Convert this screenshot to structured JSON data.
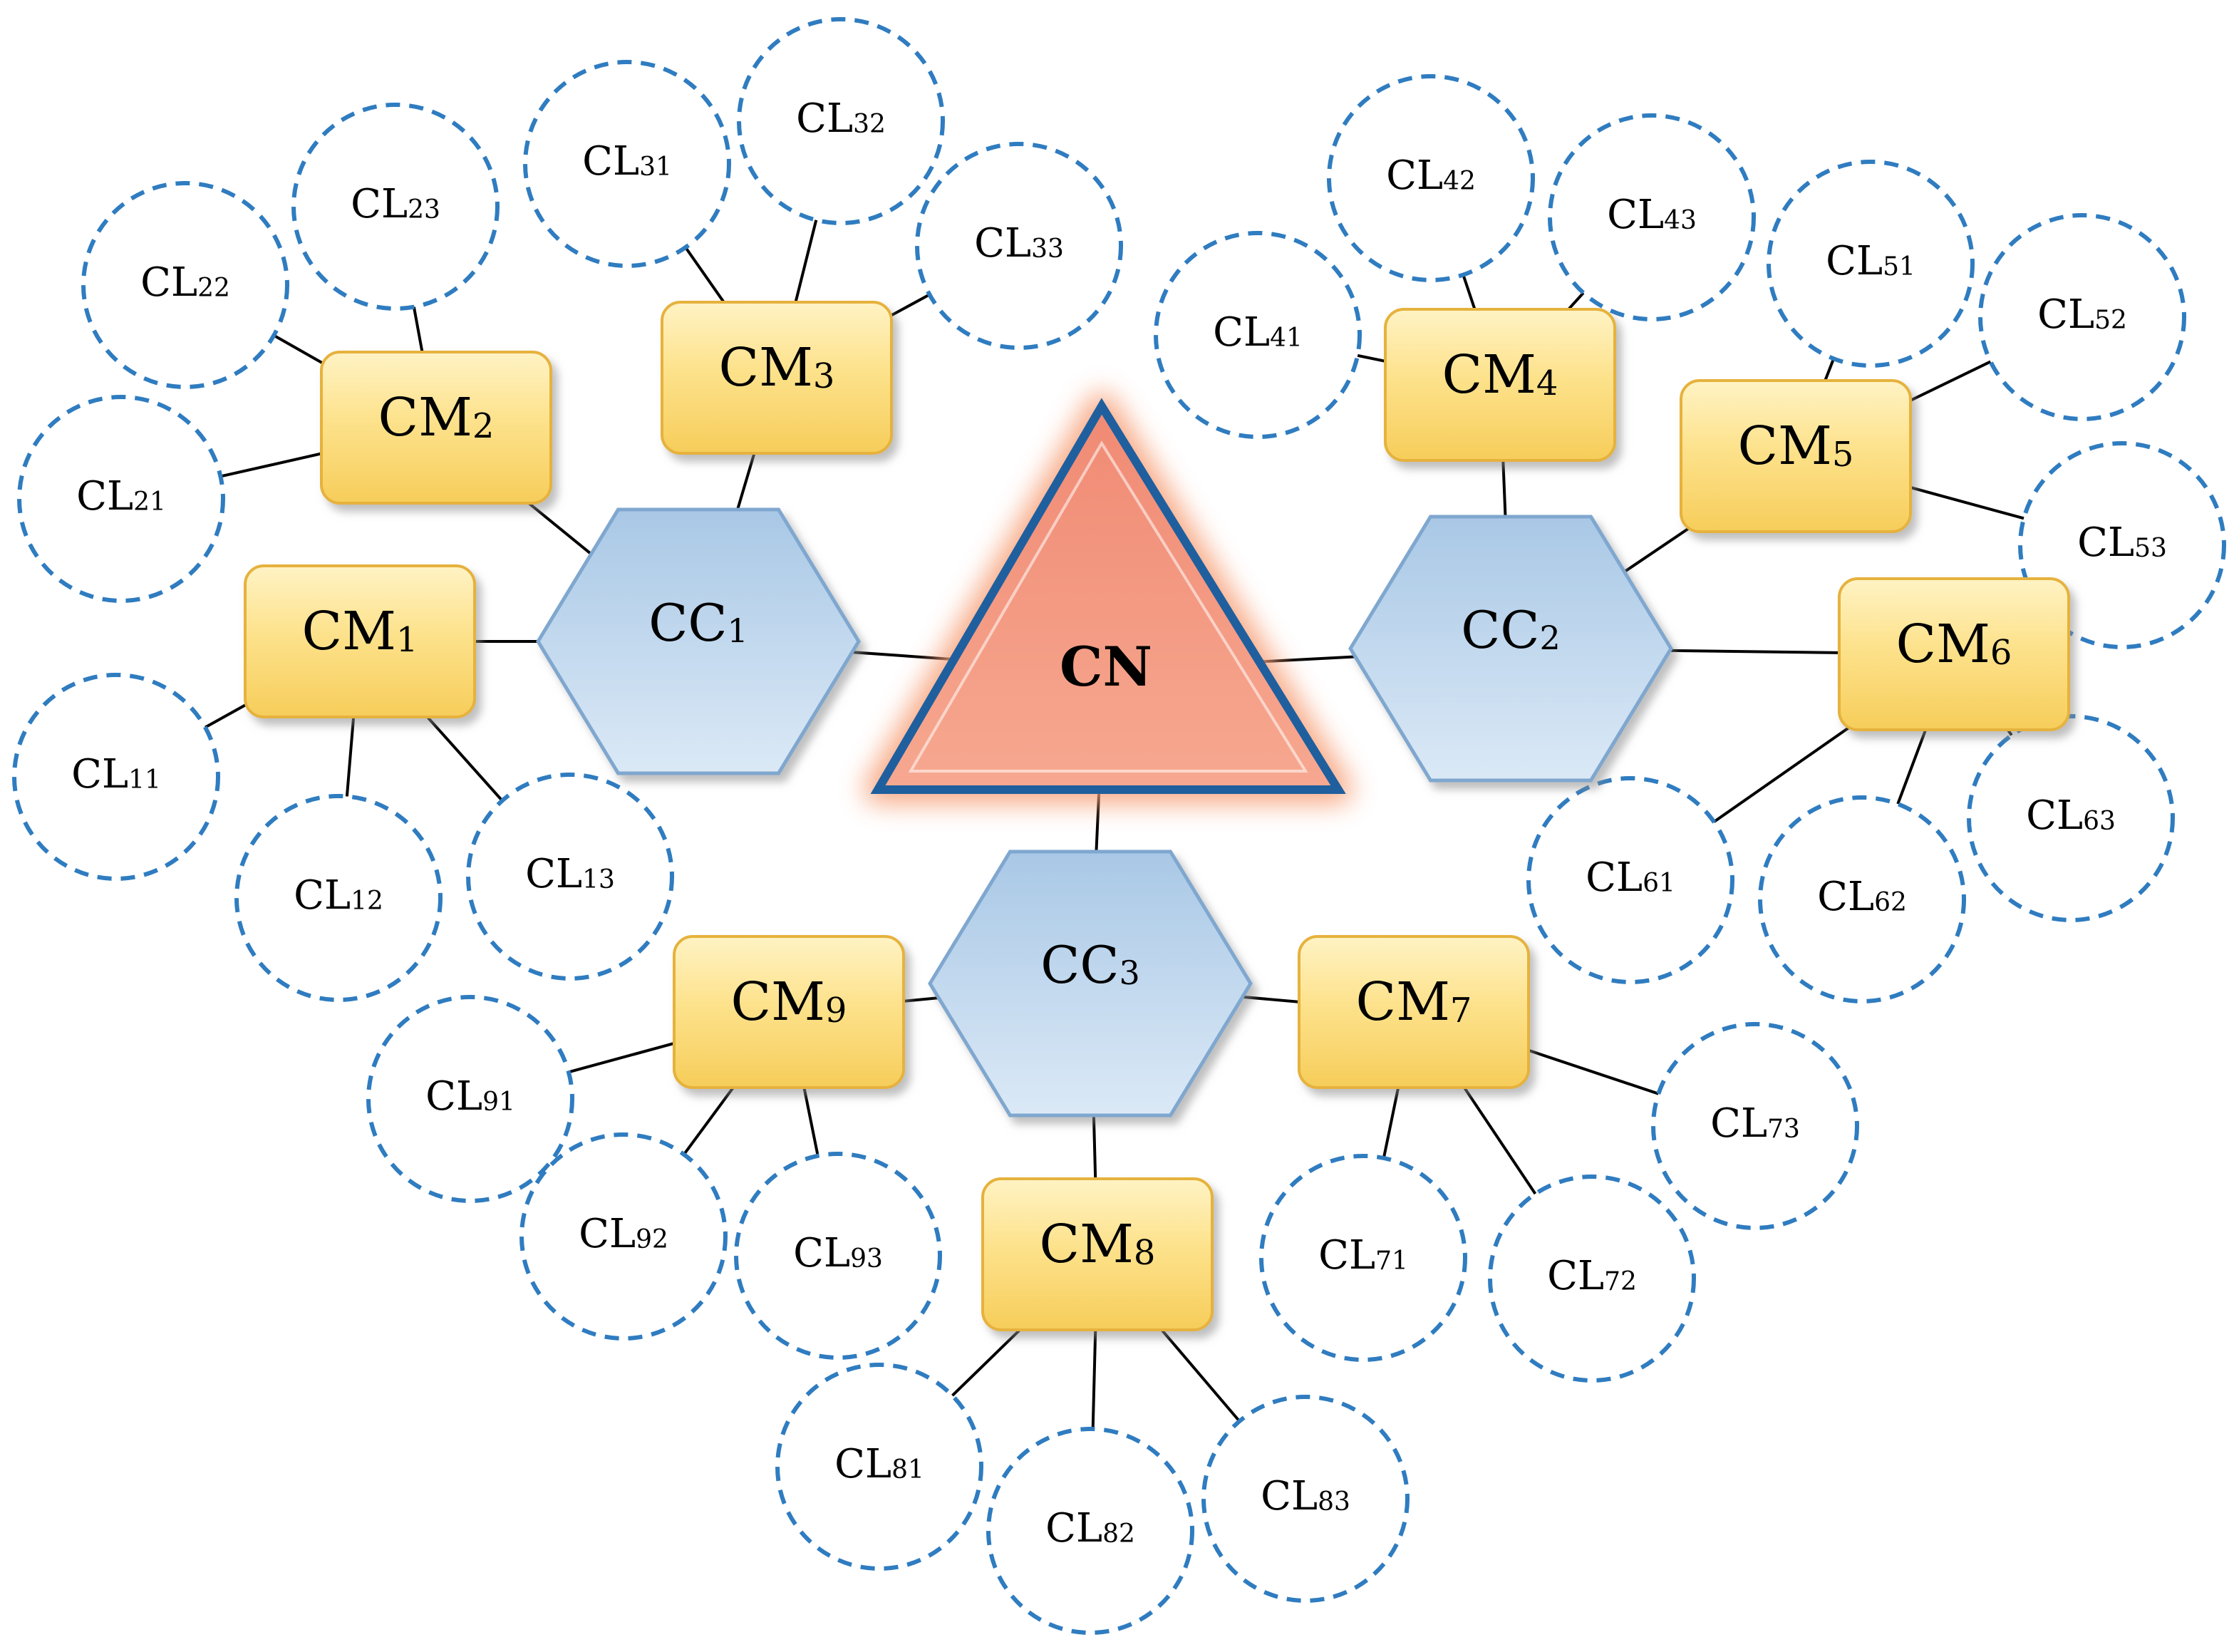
{
  "colors": {
    "core_fill": "#f39a84",
    "core_stroke": "#1f5f9e",
    "core_glow": "#f7a27a",
    "cluster_fill": "#c6dcf0",
    "cluster_stroke": "#7fa7cf",
    "member_fill": "#fddf7e",
    "member_stroke": "#e6b23c",
    "leaf_stroke": "#2f7cc0",
    "edge": "#000000"
  },
  "core": {
    "label": "CN"
  },
  "clusters": [
    {
      "base": "CC",
      "sub": "1"
    },
    {
      "base": "CC",
      "sub": "2"
    },
    {
      "base": "CC",
      "sub": "3"
    }
  ],
  "members": [
    {
      "base": "CM",
      "sub": "1",
      "cluster": 0
    },
    {
      "base": "CM",
      "sub": "2",
      "cluster": 0
    },
    {
      "base": "CM",
      "sub": "3",
      "cluster": 0
    },
    {
      "base": "CM",
      "sub": "4",
      "cluster": 1
    },
    {
      "base": "CM",
      "sub": "5",
      "cluster": 1
    },
    {
      "base": "CM",
      "sub": "6",
      "cluster": 1
    },
    {
      "base": "CM",
      "sub": "7",
      "cluster": 2
    },
    {
      "base": "CM",
      "sub": "8",
      "cluster": 2
    },
    {
      "base": "CM",
      "sub": "9",
      "cluster": 2
    }
  ],
  "leaves": [
    {
      "base": "CL",
      "sub": "11",
      "member": 0
    },
    {
      "base": "CL",
      "sub": "12",
      "member": 0
    },
    {
      "base": "CL",
      "sub": "13",
      "member": 0
    },
    {
      "base": "CL",
      "sub": "21",
      "member": 1
    },
    {
      "base": "CL",
      "sub": "22",
      "member": 1
    },
    {
      "base": "CL",
      "sub": "23",
      "member": 1
    },
    {
      "base": "CL",
      "sub": "31",
      "member": 2
    },
    {
      "base": "CL",
      "sub": "32",
      "member": 2
    },
    {
      "base": "CL",
      "sub": "33",
      "member": 2
    },
    {
      "base": "CL",
      "sub": "41",
      "member": 3
    },
    {
      "base": "CL",
      "sub": "42",
      "member": 3
    },
    {
      "base": "CL",
      "sub": "43",
      "member": 3
    },
    {
      "base": "CL",
      "sub": "51",
      "member": 4
    },
    {
      "base": "CL",
      "sub": "52",
      "member": 4
    },
    {
      "base": "CL",
      "sub": "53",
      "member": 4
    },
    {
      "base": "CL",
      "sub": "61",
      "member": 5
    },
    {
      "base": "CL",
      "sub": "62",
      "member": 5
    },
    {
      "base": "CL",
      "sub": "63",
      "member": 5
    },
    {
      "base": "CL",
      "sub": "71",
      "member": 6
    },
    {
      "base": "CL",
      "sub": "72",
      "member": 6
    },
    {
      "base": "CL",
      "sub": "73",
      "member": 6
    },
    {
      "base": "CL",
      "sub": "81",
      "member": 7
    },
    {
      "base": "CL",
      "sub": "82",
      "member": 7
    },
    {
      "base": "CL",
      "sub": "83",
      "member": 7
    },
    {
      "base": "CL",
      "sub": "91",
      "member": 8
    },
    {
      "base": "CL",
      "sub": "92",
      "member": 8
    },
    {
      "base": "CL",
      "sub": "93",
      "member": 8
    }
  ]
}
